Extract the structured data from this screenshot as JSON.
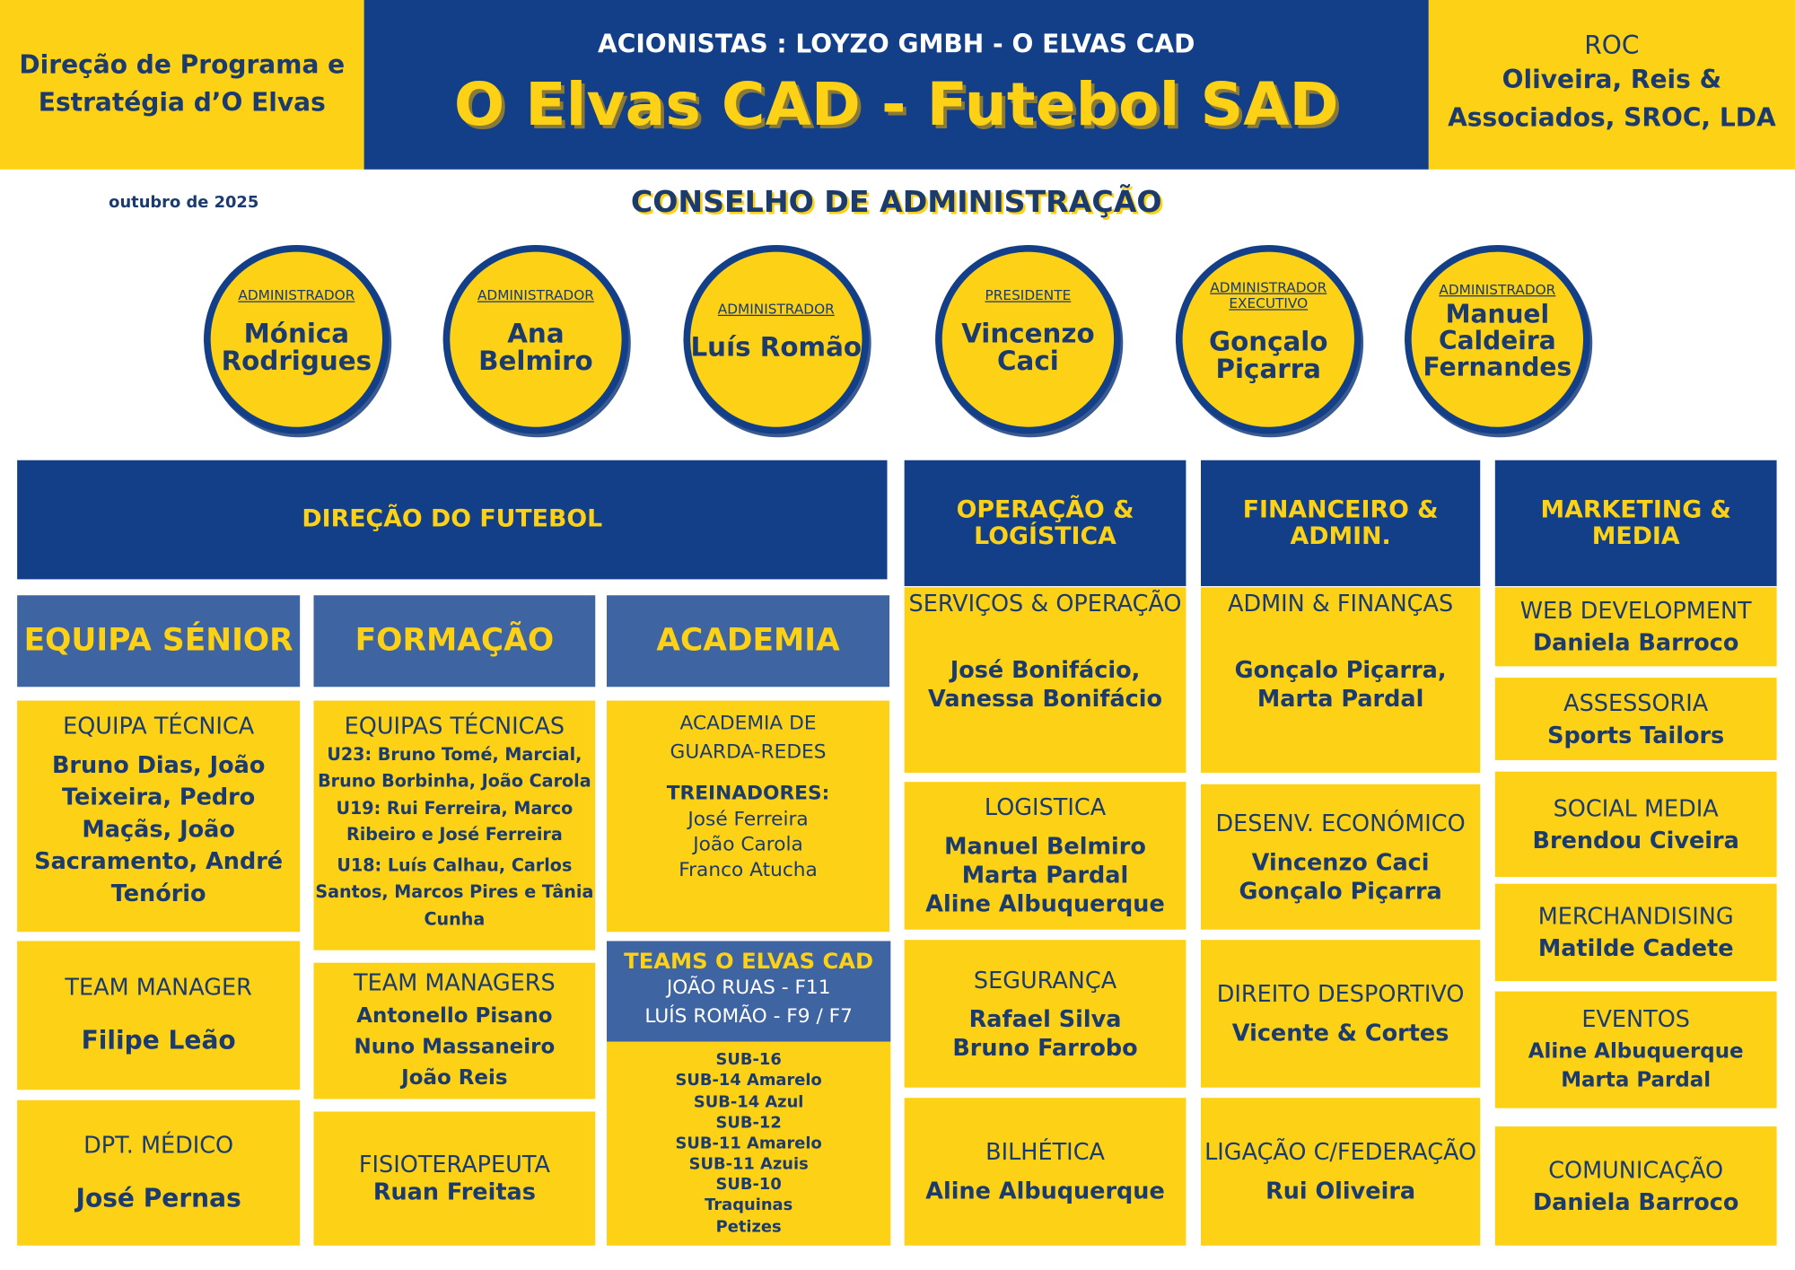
{
  "header": {
    "left": "Direção de Programa e Estratégia d’O Elvas",
    "shareholders": "ACIONISTAS : LOYZO GMBH - O ELVAS CAD",
    "title": "O Elvas CAD - Futebol SAD",
    "roc_label": "ROC",
    "roc_name": "Oliveira, Reis & Associados, SROC, LDA"
  },
  "date": "outubro de 2025",
  "board": {
    "title": "CONSELHO DE ADMINISTRAÇÃO",
    "members": [
      {
        "role": "ADMINISTRADOR",
        "name": "Mónica Rodrigues"
      },
      {
        "role": "ADMINISTRADOR",
        "name": "Ana Belmiro"
      },
      {
        "role": "ADMINISTRADOR",
        "name": "Luís Romão"
      },
      {
        "role": "PRESIDENTE",
        "name": "Vincenzo Caci"
      },
      {
        "role": "ADMINISTRADOR EXECUTIVO",
        "name": "Gonçalo Piçarra"
      },
      {
        "role": "ADMINISTRADOR",
        "name": "Manuel Caldeira Fernandes"
      }
    ]
  },
  "football": {
    "title": "DIREÇÃO DO FUTEBOL",
    "senior": {
      "title": "EQUIPA SÉNIOR",
      "boxes": [
        {
          "label": "EQUIPA TÉCNICA",
          "names": "Bruno Dias, João Teixeira, Pedro Maçãs, João Sacramento, André Tenório"
        },
        {
          "label": "TEAM MANAGER",
          "names": "Filipe Leão"
        },
        {
          "label": "DPT. MÉDICO",
          "names": "José Pernas"
        }
      ]
    },
    "formacao": {
      "title": "FORMAÇÃO",
      "boxes": [
        {
          "label": "EQUIPAS TÉCNICAS",
          "lines": [
            "U23: Bruno Tomé, Marcial, Bruno Borbinha, João Carola",
            "U19: Rui Ferreira, Marco Ribeiro e José Ferreira",
            "U18: Luís Calhau, Carlos Santos, Marcos Pires e Tânia Cunha"
          ]
        },
        {
          "label": "TEAM MANAGERS",
          "names": "Antonello Pisano\nNuno Massaneiro\nJoão Reis"
        },
        {
          "label": "FISIOTERAPEUTA",
          "names": "Ruan Freitas"
        }
      ]
    },
    "academia": {
      "title": "ACADEMIA",
      "gk_label": "ACADEMIA DE GUARDA-REDES",
      "trainers_label": "TREINADORES:",
      "trainers": [
        "José Ferreira",
        "João Carola",
        "Franco Atucha"
      ],
      "teams_title": "TEAMS O ELVAS CAD",
      "teams_lines": [
        "JOÃO RUAS - F11",
        "LUÍS ROMÃO - F9 / F7"
      ],
      "squads": [
        "SUB-16",
        "SUB-14 Amarelo",
        "SUB-14 Azul",
        "SUB-12",
        "SUB-11 Amarelo",
        "SUB-11 Azuis",
        "SUB-10",
        "Traquinas",
        "Petizes"
      ]
    }
  },
  "departments": [
    {
      "title": "OPERAÇÃO & LOGÍSTICA",
      "boxes": [
        {
          "label": "SERVIÇOS & OPERAÇÃO",
          "names": "José Bonifácio,\nVanessa Bonifácio"
        },
        {
          "label": "LOGISTICA",
          "names": "Manuel Belmiro\nMarta Pardal\nAline Albuquerque"
        },
        {
          "label": "SEGURANÇA",
          "names": "Rafael Silva\nBruno Farrobo"
        },
        {
          "label": "BILHÉTICA",
          "names": "Aline Albuquerque"
        }
      ]
    },
    {
      "title": "FINANCEIRO & ADMIN.",
      "boxes": [
        {
          "label": "ADMIN & FINANÇAS",
          "names": "Gonçalo Piçarra,\nMarta Pardal"
        },
        {
          "label": "DESENV. ECONÓMICO",
          "names": "Vincenzo Caci\nGonçalo Piçarra"
        },
        {
          "label": "DIREITO DESPORTIVO",
          "names": "Vicente & Cortes"
        },
        {
          "label": "LIGAÇÃO C/FEDERAÇÃO",
          "names": "Rui Oliveira"
        }
      ]
    },
    {
      "title": "MARKETING & MEDIA",
      "boxes": [
        {
          "label": "WEB DEVELOPMENT",
          "names": "Daniela Barroco"
        },
        {
          "label": "ASSESSORIA",
          "names": "Sports Tailors"
        },
        {
          "label": "SOCIAL MEDIA",
          "names": "Brendou Civeira"
        },
        {
          "label": "MERCHANDISING",
          "names": "Matilde Cadete"
        },
        {
          "label": "EVENTOS",
          "names": "Aline Albuquerque\nMarta Pardal"
        },
        {
          "label": "COMUNICAÇÃO",
          "names": "Daniela Barroco"
        }
      ]
    }
  ],
  "colors": {
    "yellow": "#fcd116",
    "blue": "#123f88",
    "light_blue": "#3e64a2",
    "text": "#1b3b6f"
  }
}
